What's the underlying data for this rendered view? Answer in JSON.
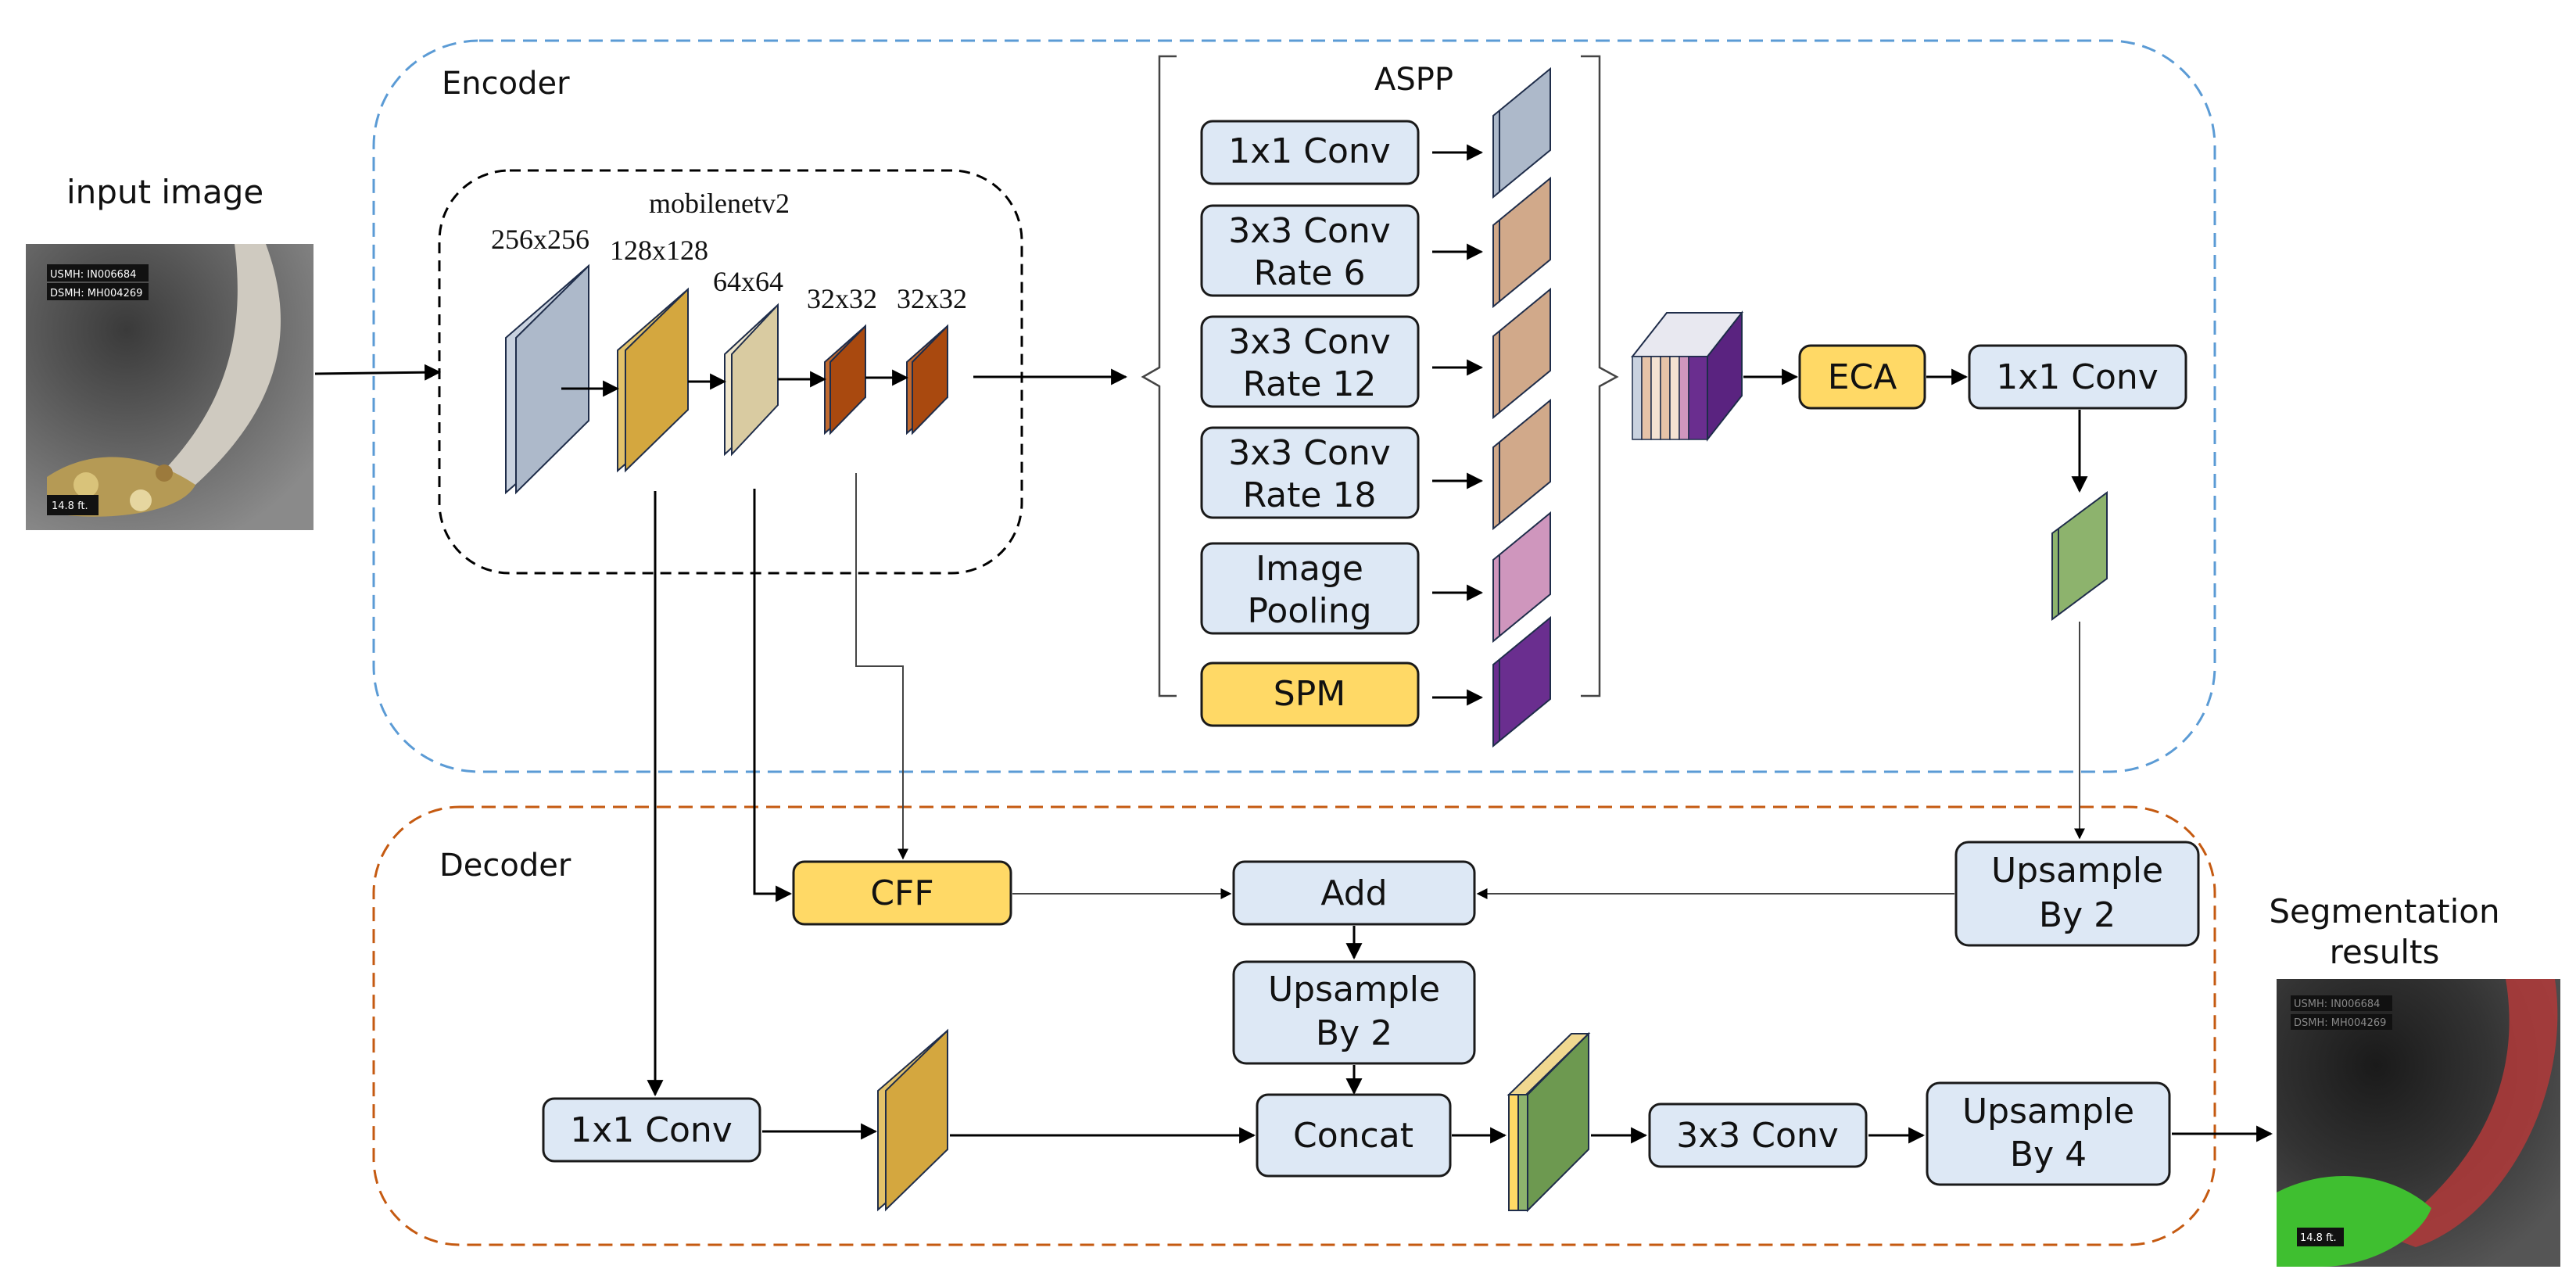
{
  "titles": {
    "input": "input image",
    "output_line1": "Segmentation",
    "output_line2": "results",
    "encoder": "Encoder",
    "decoder": "Decoder",
    "backbone": "mobilenetv2",
    "aspp": "ASPP"
  },
  "sizes": {
    "s256": "256x256",
    "s128": "128x128",
    "s64": "64x64",
    "s32a": "32x32",
    "s32b": "32x32"
  },
  "aspp": {
    "conv1": "1x1 Conv",
    "conv6_l1": "3x3 Conv",
    "conv6_l2": "Rate 6",
    "conv12_l1": "3x3 Conv",
    "conv12_l2": "Rate 12",
    "conv18_l1": "3x3 Conv",
    "conv18_l2": "Rate 18",
    "pool_l1": "Image",
    "pool_l2": "Pooling",
    "spm": "SPM"
  },
  "encoder_tail": {
    "eca": "ECA",
    "conv": "1x1 Conv"
  },
  "decoder": {
    "cff": "CFF",
    "add": "Add",
    "upsample_right_l1": "Upsample",
    "upsample_right_l2": "By 2",
    "upsample_mid_l1": "Upsample",
    "upsample_mid_l2": "By 2",
    "conv1": "1x1 Conv",
    "concat": "Concat",
    "conv3": "3x3 Conv",
    "upsample4_l1": "Upsample",
    "upsample4_l2": "By 4"
  },
  "image_overlay": {
    "usmh": "USMH:  IN006684",
    "dsmh": "DSMH:  MH004269",
    "distance": "14.8  ft."
  },
  "colors": {
    "encoder_border": "#5b9bd5",
    "decoder_border": "#c55a11",
    "box_blue": "#dde8f5",
    "box_yellow": "#ffd966",
    "feat_gray": "#adb9ca",
    "feat_gold": "#d4a73f",
    "feat_tan": "#d9cba1",
    "feat_rust": "#a9490f",
    "feat_peach": "#d1a98a",
    "feat_pink": "#cf96bd",
    "feat_purple": "#6a2e8f",
    "feat_green": "#8db36d"
  }
}
